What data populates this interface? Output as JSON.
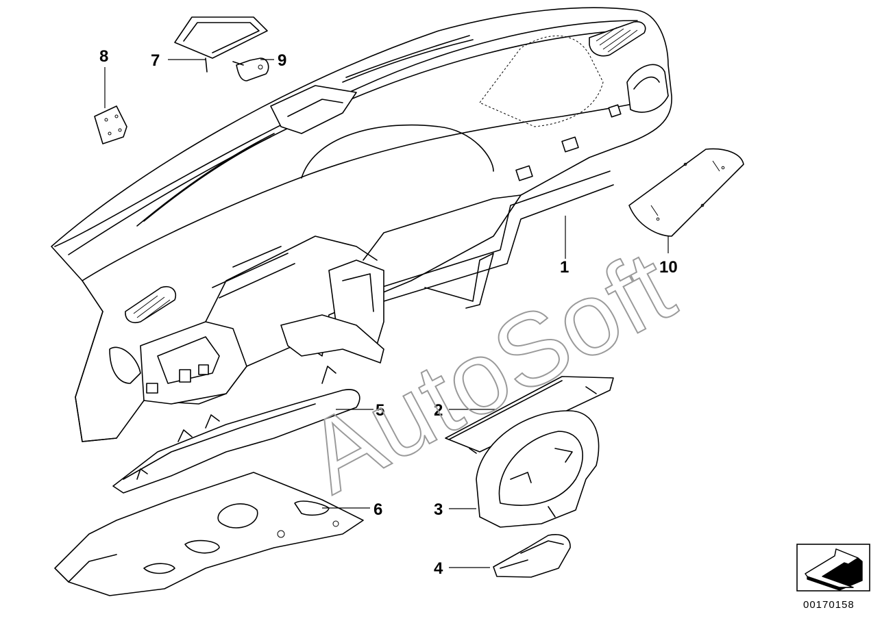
{
  "diagram": {
    "watermark": "AutoSoft",
    "diagram_id": "00170158",
    "callouts": [
      {
        "number": "1",
        "part": "dashboard-carrier"
      },
      {
        "number": "2",
        "part": "trim-strip"
      },
      {
        "number": "3",
        "part": "instrument-cluster-surround"
      },
      {
        "number": "4",
        "part": "cover-bracket"
      },
      {
        "number": "5",
        "part": "knee-bolster-trim"
      },
      {
        "number": "6",
        "part": "lower-dashboard-panel"
      },
      {
        "number": "7",
        "part": "defrost-vent-cover"
      },
      {
        "number": "8",
        "part": "mounting-clip"
      },
      {
        "number": "9",
        "part": "sensor-clip"
      },
      {
        "number": "10",
        "part": "insulation-pad"
      }
    ]
  },
  "colors": {
    "line": "#000000",
    "watermark": "#9a9a9a",
    "background": "#ffffff"
  },
  "icons": {
    "orientation": "direction-arrow-icon"
  }
}
